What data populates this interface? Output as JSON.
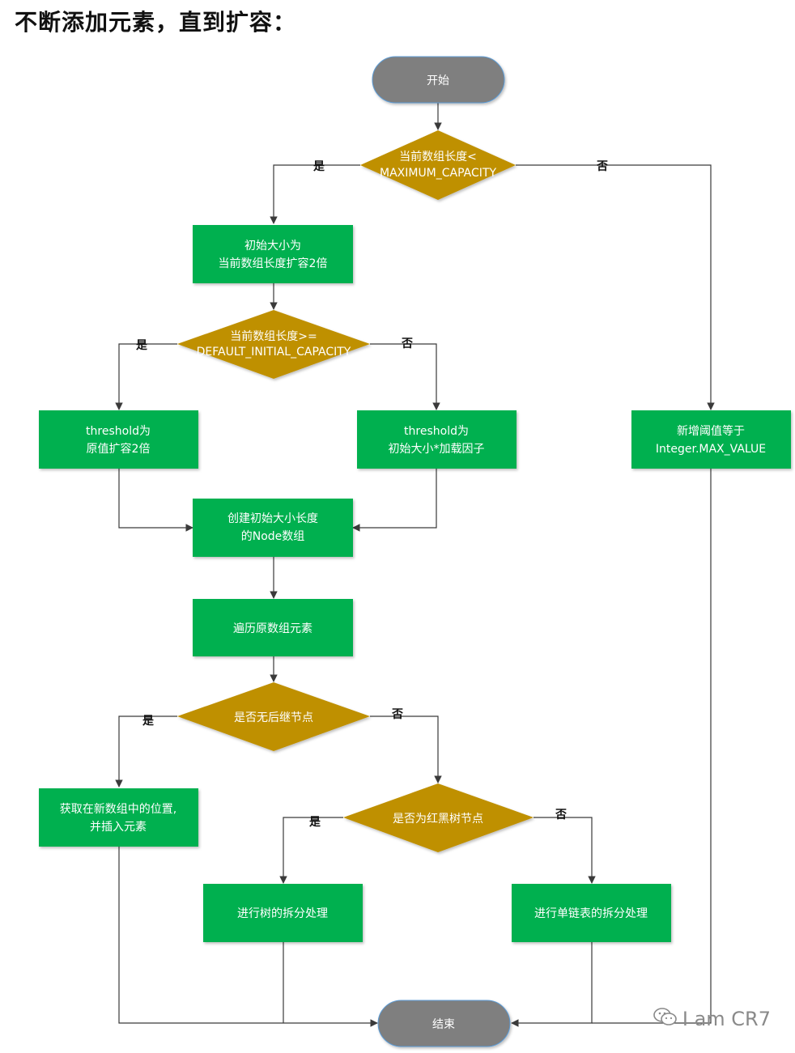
{
  "title": "不断添加元素，直到扩容：",
  "colors": {
    "process": "#00b050",
    "decision": "#bf9000",
    "terminal": "#7f7f7f",
    "line": "#3a3a3a"
  },
  "nodes": {
    "start": "开始",
    "check_max": [
      "当前数组长度<",
      "MAXIMUM_CAPACITY"
    ],
    "init_size": [
      "初始大小为",
      "当前数组长度扩容2倍"
    ],
    "check_default": [
      "当前数组长度>=",
      "DEFAULT_INITIAL_CAPACITY"
    ],
    "threshold_double": [
      "threshold为",
      "原值扩容2倍"
    ],
    "threshold_factor": [
      "threshold为",
      "初始大小*加载因子"
    ],
    "max_value": [
      "新增阈值等于",
      "Integer.MAX_VALUE"
    ],
    "create_array": [
      "创建初始大小长度",
      "的Node数组"
    ],
    "traverse": "遍历原数组元素",
    "check_no_next": "是否无后继节点",
    "insert": [
      "获取在新数组中的位置,",
      "并插入元素"
    ],
    "check_tree": "是否为红黑树节点",
    "split_tree": "进行树的拆分处理",
    "split_list": "进行单链表的拆分处理",
    "end": "结束"
  },
  "labels": {
    "yes": "是",
    "no": "否"
  },
  "watermark": {
    "icon": "wechat-icon",
    "text": "I am CR7"
  }
}
